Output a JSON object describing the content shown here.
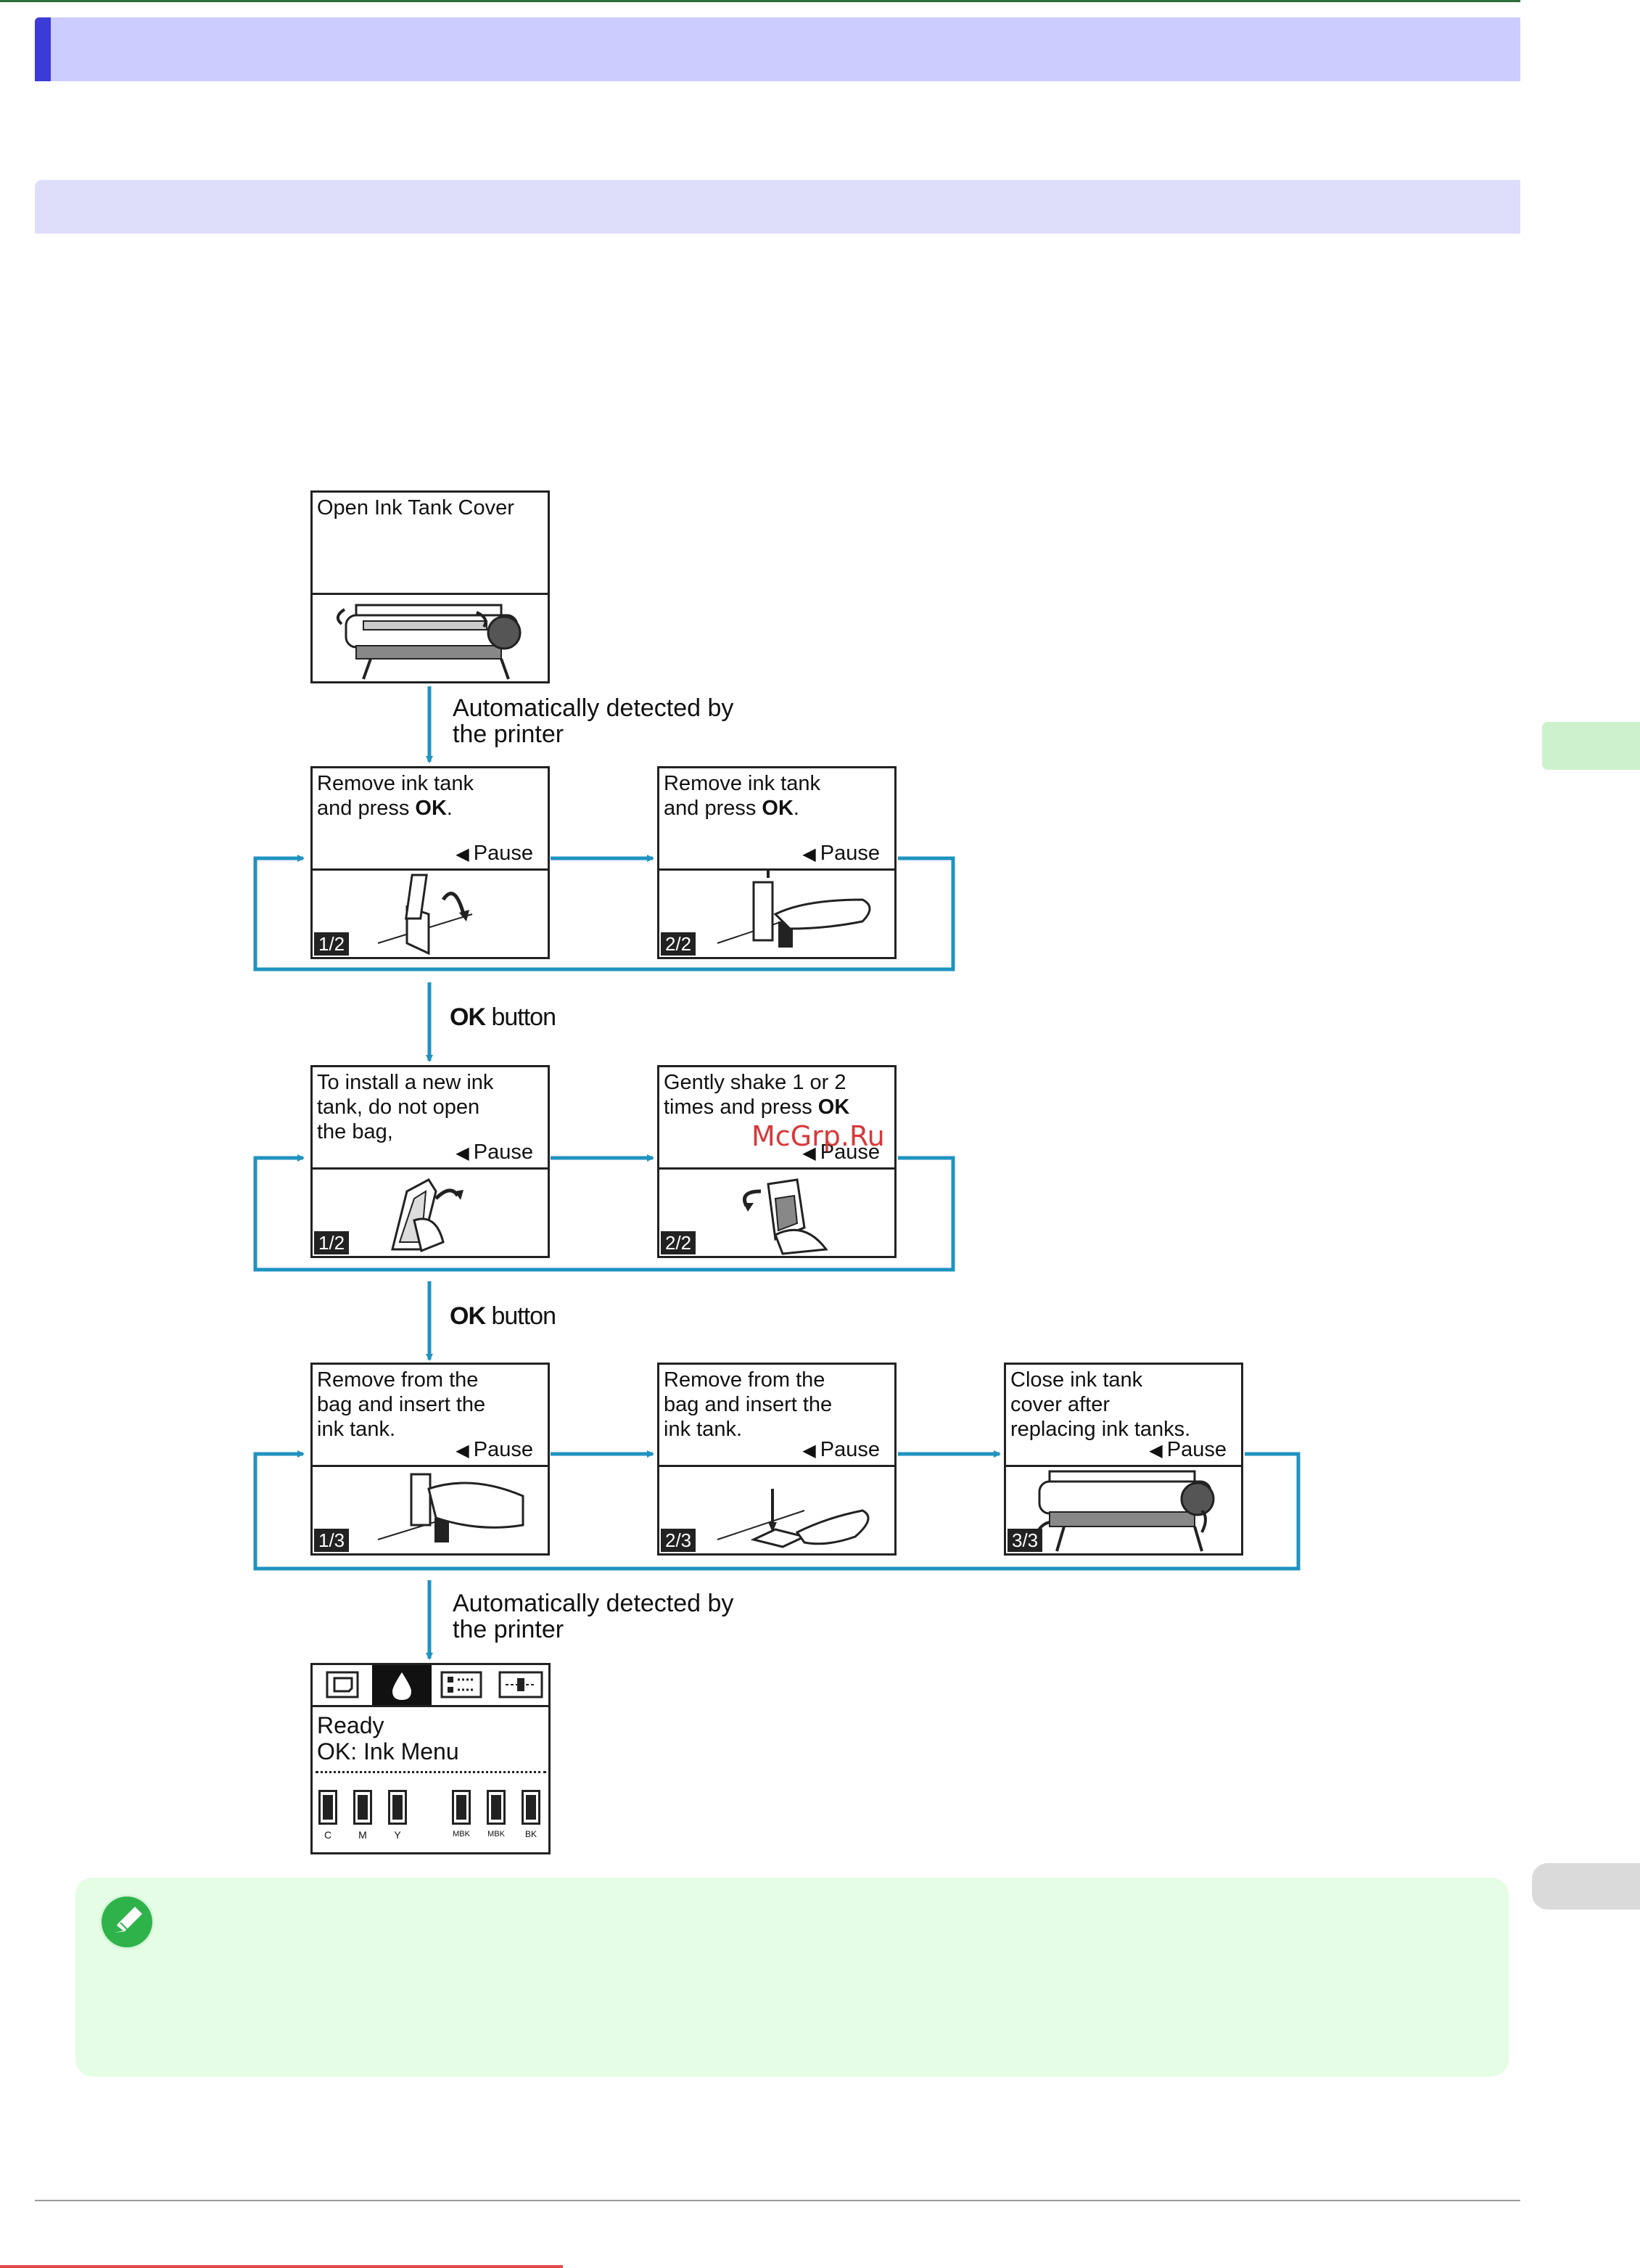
{
  "panels": {
    "open_cover": {
      "text": "Open Ink Tank Cover"
    },
    "remove_1": {
      "text": "Remove ink tank\nand press ",
      "bold": "OK",
      "tail": ".",
      "pause": "Pause",
      "step": "1/2"
    },
    "remove_2": {
      "text": "Remove ink tank\nand press ",
      "bold": "OK",
      "tail": ".",
      "pause": "Pause",
      "step": "2/2"
    },
    "install_1": {
      "text": "To install a new ink\ntank, do not open\nthe bag,",
      "pause": "Pause",
      "step": "1/2"
    },
    "shake_2": {
      "text": "Gently shake 1 or 2\ntimes and press ",
      "bold": "OK",
      "pause": "Pause",
      "step": "2/2"
    },
    "insert_1": {
      "text": "Remove from the\nbag and insert the\nink tank.",
      "pause": "Pause",
      "step": "1/3"
    },
    "insert_2": {
      "text": "Remove from the\nbag and insert the\nink tank.",
      "pause": "Pause",
      "step": "2/3"
    },
    "close_3": {
      "text": "Close ink tank\ncover after\nreplacing ink tanks.",
      "pause": "Pause",
      "step": "3/3"
    }
  },
  "flow": {
    "auto_detect_1": "Automatically detected by\nthe printer",
    "ok_button_1_bold": "OK",
    "ok_button_1_rest": " button",
    "ok_button_2_bold": "OK",
    "ok_button_2_rest": " button",
    "auto_detect_2": "Automatically detected by\nthe printer"
  },
  "screen": {
    "status": "Ready",
    "hint": "OK: Ink Menu",
    "inks": [
      "C",
      "M",
      "Y",
      "MBK",
      "MBK",
      "BK"
    ]
  },
  "watermark": "McGrp.Ru",
  "colors": {
    "flow_line": "#1f93c0",
    "header": "#ccccff",
    "subheader": "#dedefa",
    "note": "#e4fde4"
  }
}
